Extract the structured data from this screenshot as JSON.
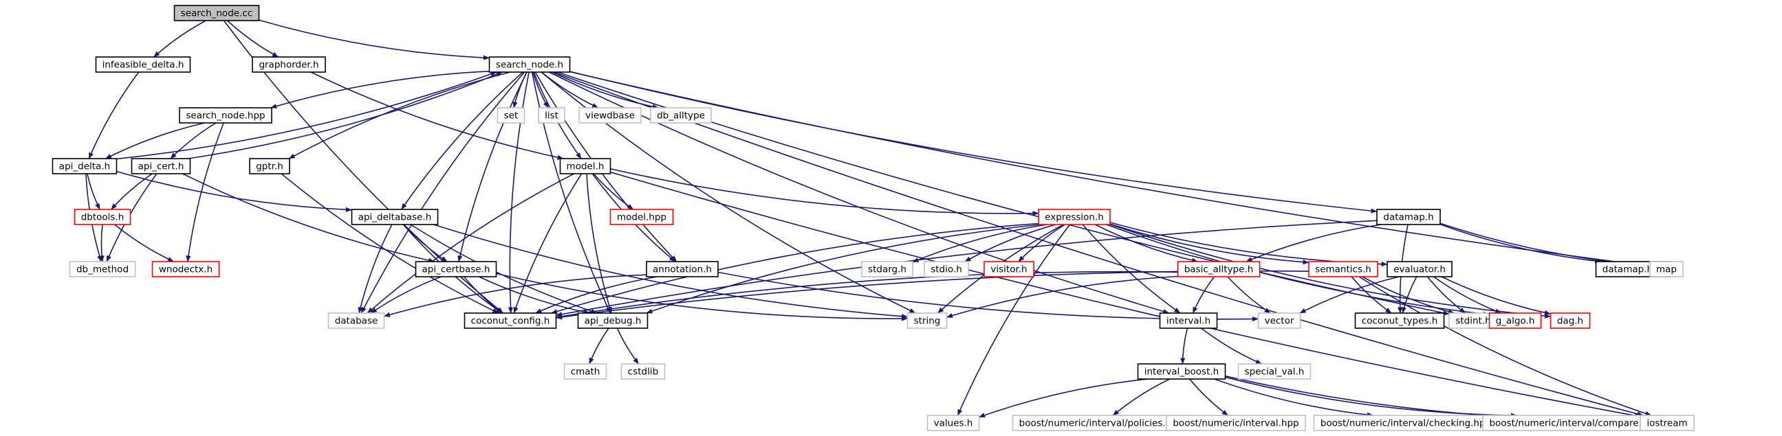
{
  "diagram": {
    "nodes": [
      {
        "id": "search_node_cc",
        "label": "search_node.cc",
        "style": "root"
      },
      {
        "id": "infeasible_delta_h",
        "label": "infeasible_delta.h",
        "style": "normal"
      },
      {
        "id": "graphorder_h",
        "label": "graphorder.h",
        "style": "normal"
      },
      {
        "id": "search_node_h",
        "label": "search_node.h",
        "style": "normal"
      },
      {
        "id": "search_node_hpp",
        "label": "search_node.hpp",
        "style": "normal"
      },
      {
        "id": "set",
        "label": "set",
        "style": "external"
      },
      {
        "id": "list",
        "label": "list",
        "style": "external"
      },
      {
        "id": "viewdbase",
        "label": "viewdbase",
        "style": "external"
      },
      {
        "id": "db_alltype",
        "label": "db_alltype",
        "style": "external"
      },
      {
        "id": "api_delta_h",
        "label": "api_delta.h",
        "style": "normal"
      },
      {
        "id": "api_cert_h",
        "label": "api_cert.h",
        "style": "normal"
      },
      {
        "id": "gptr_h",
        "label": "gptr.h",
        "style": "normal"
      },
      {
        "id": "model_h",
        "label": "model.h",
        "style": "normal"
      },
      {
        "id": "dbtools_h",
        "label": "dbtools.h",
        "style": "truncated"
      },
      {
        "id": "api_deltabase_h",
        "label": "api_deltabase.h",
        "style": "normal"
      },
      {
        "id": "model_hpp",
        "label": "model.hpp",
        "style": "truncated"
      },
      {
        "id": "expression_h",
        "label": "expression.h",
        "style": "truncated"
      },
      {
        "id": "datamap_h",
        "label": "datamap.h",
        "style": "normal"
      },
      {
        "id": "db_method",
        "label": "db_method",
        "style": "external"
      },
      {
        "id": "wnodectx_h",
        "label": "wnodectx.h",
        "style": "truncated"
      },
      {
        "id": "api_certbase_h",
        "label": "api_certbase.h",
        "style": "normal"
      },
      {
        "id": "annotation_h",
        "label": "annotation.h",
        "style": "normal"
      },
      {
        "id": "stdarg_h",
        "label": "stdarg.h",
        "style": "external"
      },
      {
        "id": "stdio_h",
        "label": "stdio.h",
        "style": "external"
      },
      {
        "id": "visitor_h",
        "label": "visitor.h",
        "style": "truncated"
      },
      {
        "id": "basic_alltype_h",
        "label": "basic_alltype.h",
        "style": "truncated"
      },
      {
        "id": "semantics_h",
        "label": "semantics.h",
        "style": "truncated"
      },
      {
        "id": "evaluator_h",
        "label": "evaluator.h",
        "style": "normal"
      },
      {
        "id": "datamap_hpp",
        "label": "datamap.hpp",
        "style": "normal"
      },
      {
        "id": "map",
        "label": "map",
        "style": "external"
      },
      {
        "id": "database",
        "label": "database",
        "style": "external"
      },
      {
        "id": "coconut_config_h",
        "label": "coconut_config.h",
        "style": "normal"
      },
      {
        "id": "api_debug_h",
        "label": "api_debug.h",
        "style": "normal"
      },
      {
        "id": "string",
        "label": "string",
        "style": "external"
      },
      {
        "id": "interval_h",
        "label": "interval.h",
        "style": "normal"
      },
      {
        "id": "vector",
        "label": "vector",
        "style": "external"
      },
      {
        "id": "coconut_types_h",
        "label": "coconut_types.h",
        "style": "normal"
      },
      {
        "id": "stdint_h",
        "label": "stdint.h",
        "style": "external"
      },
      {
        "id": "g_algo_h",
        "label": "g_algo.h",
        "style": "truncated"
      },
      {
        "id": "dag_h",
        "label": "dag.h",
        "style": "truncated"
      },
      {
        "id": "cmath",
        "label": "cmath",
        "style": "external"
      },
      {
        "id": "cstdlib",
        "label": "cstdlib",
        "style": "external"
      },
      {
        "id": "special_val_h",
        "label": "special_val.h",
        "style": "external"
      },
      {
        "id": "interval_boost_h",
        "label": "interval_boost.h",
        "style": "normal"
      },
      {
        "id": "values_h",
        "label": "values.h",
        "style": "external"
      },
      {
        "id": "policies_hpp",
        "label": "boost/numeric/interval/policies.hpp",
        "style": "external"
      },
      {
        "id": "interval_hpp",
        "label": "boost/numeric/interval.hpp",
        "style": "external"
      },
      {
        "id": "checking_hpp",
        "label": "boost/numeric/interval/checking.hpp",
        "style": "external"
      },
      {
        "id": "compare_hpp",
        "label": "boost/numeric/interval/compare.hpp",
        "style": "external"
      },
      {
        "id": "iostream",
        "label": "iostream",
        "style": "external"
      }
    ],
    "edges": [
      [
        "search_node_cc",
        "infeasible_delta_h"
      ],
      [
        "search_node_cc",
        "graphorder_h"
      ],
      [
        "search_node_cc",
        "search_node_h"
      ],
      [
        "search_node_cc",
        "coconut_config_h"
      ],
      [
        "infeasible_delta_h",
        "api_delta_h"
      ],
      [
        "graphorder_h",
        "model_h"
      ],
      [
        "search_node_h",
        "search_node_hpp"
      ],
      [
        "search_node_h",
        "set"
      ],
      [
        "search_node_h",
        "list"
      ],
      [
        "search_node_h",
        "viewdbase"
      ],
      [
        "search_node_h",
        "db_alltype"
      ],
      [
        "search_node_h",
        "gptr_h"
      ],
      [
        "search_node_h",
        "model_h"
      ],
      [
        "search_node_h",
        "api_deltabase_h"
      ],
      [
        "search_node_h",
        "api_certbase_h"
      ],
      [
        "search_node_h",
        "annotation_h"
      ],
      [
        "search_node_h",
        "datamap_h"
      ],
      [
        "search_node_h",
        "map"
      ],
      [
        "search_node_h",
        "iostream"
      ],
      [
        "search_node_h",
        "stdint_h"
      ],
      [
        "search_node_h",
        "coconut_config_h"
      ],
      [
        "search_node_h",
        "api_debug_h"
      ],
      [
        "search_node_h",
        "string"
      ],
      [
        "search_node_h",
        "interval_h"
      ],
      [
        "search_node_h",
        "database"
      ],
      [
        "search_node_hpp",
        "api_delta_h"
      ],
      [
        "search_node_hpp",
        "api_cert_h"
      ],
      [
        "search_node_hpp",
        "wnodectx_h"
      ],
      [
        "api_delta_h",
        "search_node_h"
      ],
      [
        "api_delta_h",
        "dbtools_h"
      ],
      [
        "api_delta_h",
        "db_method"
      ],
      [
        "api_delta_h",
        "api_deltabase_h"
      ],
      [
        "api_cert_h",
        "search_node_h"
      ],
      [
        "api_cert_h",
        "dbtools_h"
      ],
      [
        "api_cert_h",
        "db_method"
      ],
      [
        "api_cert_h",
        "api_certbase_h"
      ],
      [
        "gptr_h",
        "coconut_config_h"
      ],
      [
        "model_h",
        "database"
      ],
      [
        "model_h",
        "model_hpp"
      ],
      [
        "model_h",
        "expression_h"
      ],
      [
        "model_h",
        "annotation_h"
      ],
      [
        "model_h",
        "coconut_config_h"
      ],
      [
        "model_h",
        "api_debug_h"
      ],
      [
        "model_h",
        "iostream"
      ],
      [
        "dbtools_h",
        "db_method"
      ],
      [
        "dbtools_h",
        "wnodectx_h"
      ],
      [
        "api_deltabase_h",
        "api_certbase_h"
      ],
      [
        "api_deltabase_h",
        "database"
      ],
      [
        "api_deltabase_h",
        "coconut_config_h"
      ],
      [
        "api_deltabase_h",
        "api_debug_h"
      ],
      [
        "api_deltabase_h",
        "string"
      ],
      [
        "api_certbase_h",
        "database"
      ],
      [
        "api_certbase_h",
        "coconut_config_h"
      ],
      [
        "api_certbase_h",
        "api_debug_h"
      ],
      [
        "api_certbase_h",
        "string"
      ],
      [
        "annotation_h",
        "coconut_config_h"
      ],
      [
        "annotation_h",
        "database"
      ],
      [
        "annotation_h",
        "vector"
      ],
      [
        "expression_h",
        "stdarg_h"
      ],
      [
        "expression_h",
        "stdio_h"
      ],
      [
        "expression_h",
        "visitor_h"
      ],
      [
        "expression_h",
        "basic_alltype_h"
      ],
      [
        "expression_h",
        "semantics_h"
      ],
      [
        "expression_h",
        "evaluator_h"
      ],
      [
        "expression_h",
        "coconut_config_h"
      ],
      [
        "expression_h",
        "api_debug_h"
      ],
      [
        "expression_h",
        "string"
      ],
      [
        "expression_h",
        "interval_h"
      ],
      [
        "expression_h",
        "g_algo_h"
      ],
      [
        "expression_h",
        "dag_h"
      ],
      [
        "expression_h",
        "values_h"
      ],
      [
        "datamap_h",
        "basic_alltype_h"
      ],
      [
        "datamap_h",
        "datamap_hpp"
      ],
      [
        "datamap_h",
        "map"
      ],
      [
        "datamap_h",
        "coconut_types_h"
      ],
      [
        "datamap_h",
        "coconut_config_h"
      ],
      [
        "basic_alltype_h",
        "interval_h"
      ],
      [
        "basic_alltype_h",
        "vector"
      ],
      [
        "basic_alltype_h",
        "string"
      ],
      [
        "basic_alltype_h",
        "coconut_config_h"
      ],
      [
        "semantics_h",
        "coconut_types_h"
      ],
      [
        "semantics_h",
        "stdint_h"
      ],
      [
        "semantics_h",
        "iostream"
      ],
      [
        "semantics_h",
        "coconut_config_h"
      ],
      [
        "evaluator_h",
        "coconut_types_h"
      ],
      [
        "evaluator_h",
        "stdint_h"
      ],
      [
        "evaluator_h",
        "g_algo_h"
      ],
      [
        "evaluator_h",
        "dag_h"
      ],
      [
        "evaluator_h",
        "vector"
      ],
      [
        "api_debug_h",
        "cmath"
      ],
      [
        "api_debug_h",
        "cstdlib"
      ],
      [
        "interval_h",
        "special_val_h"
      ],
      [
        "interval_h",
        "interval_boost_h"
      ],
      [
        "interval_boost_h",
        "values_h"
      ],
      [
        "interval_boost_h",
        "policies_hpp"
      ],
      [
        "interval_boost_h",
        "interval_hpp"
      ],
      [
        "interval_boost_h",
        "checking_hpp"
      ],
      [
        "interval_boost_h",
        "compare_hpp"
      ],
      [
        "interval_boost_h",
        "iostream"
      ]
    ],
    "colors": {
      "edge": "#191970",
      "root_fill": "#bfbfbf",
      "normal_border": "#000000",
      "external_border": "#bfbfbf",
      "truncated_border": "#ff0000",
      "text": "#000000"
    }
  }
}
